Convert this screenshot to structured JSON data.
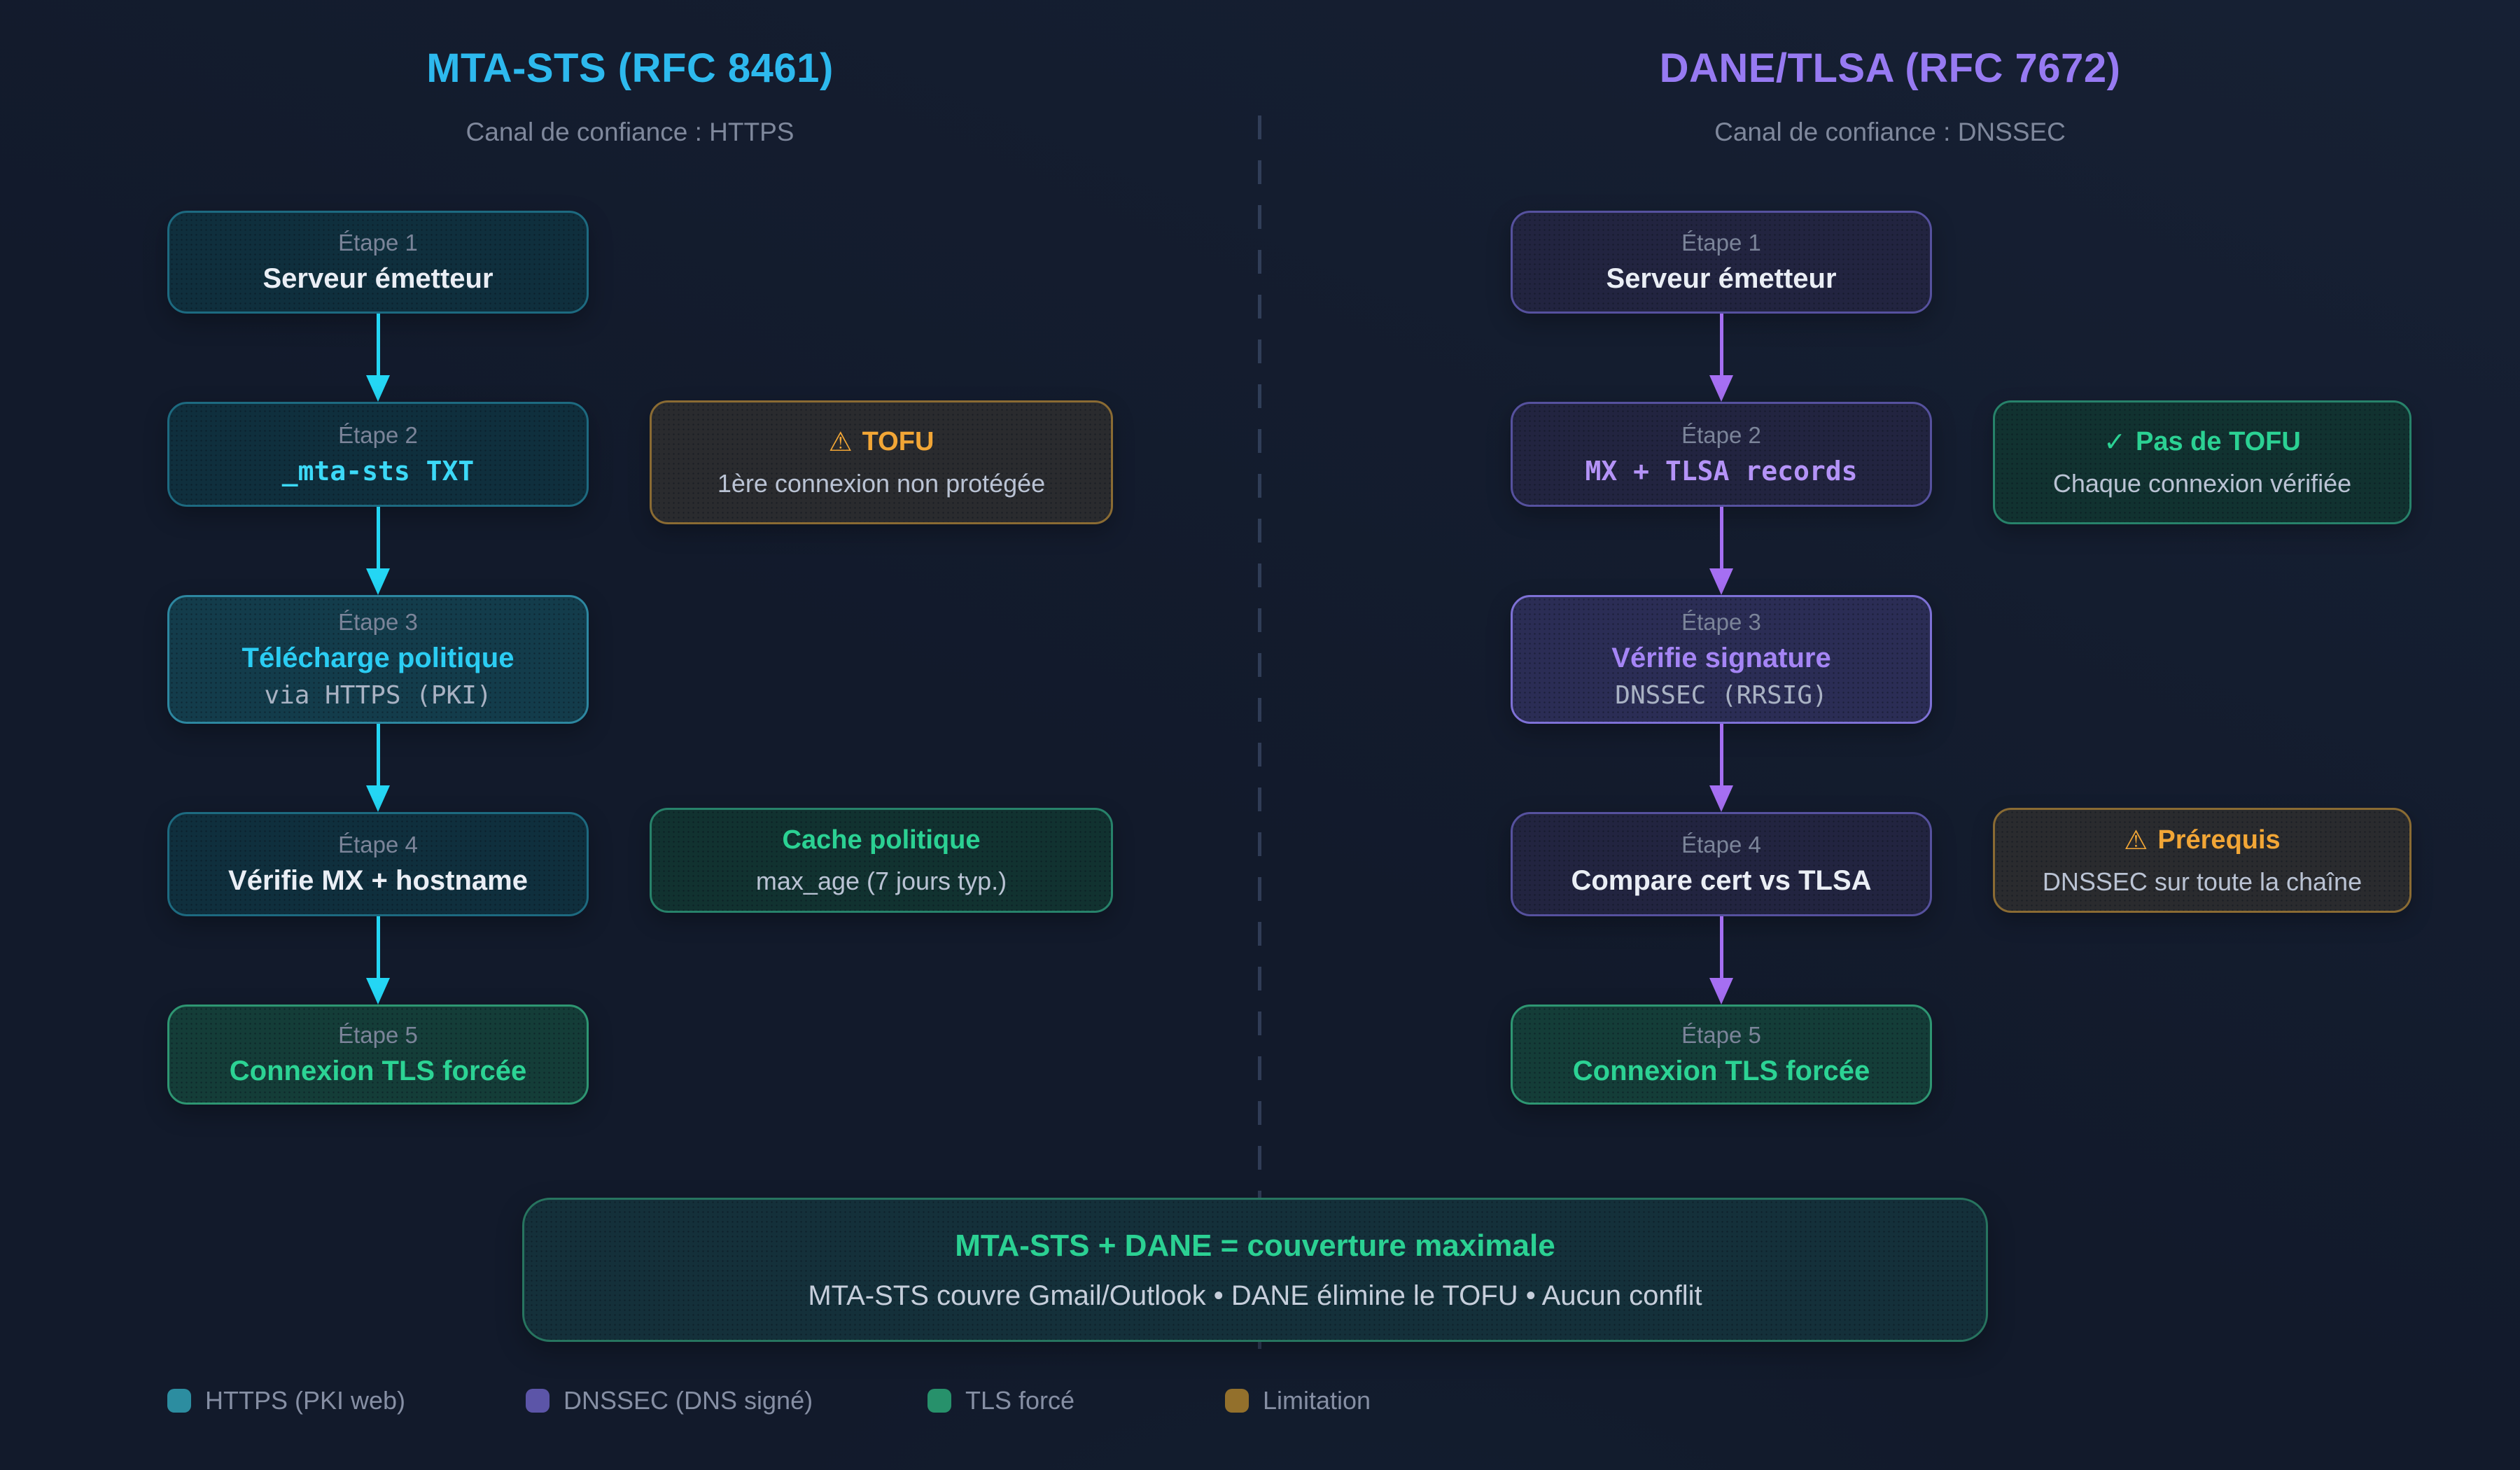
{
  "left": {
    "title": "MTA-STS (RFC 8461)",
    "subtitle": "Canal de confiance : HTTPS",
    "accent_color": "#2db9ee",
    "steps": [
      {
        "label": "Étape 1",
        "title": "Serveur émetteur"
      },
      {
        "label": "Étape 2",
        "title": "_mta-sts TXT"
      },
      {
        "label": "Étape 3",
        "title": "Télécharge politique",
        "subtitle": "via HTTPS (PKI)"
      },
      {
        "label": "Étape 4",
        "title": "Vérifie MX + hostname"
      },
      {
        "label": "Étape 5",
        "title": "Connexion TLS forcée"
      }
    ],
    "annotations": [
      {
        "icon": "⚠",
        "title": "TOFU",
        "text": "1ère connexion non protégée"
      },
      {
        "title": "Cache politique",
        "text": "max_age (7 jours typ.)"
      }
    ]
  },
  "right": {
    "title": "DANE/TLSA (RFC 7672)",
    "subtitle": "Canal de confiance : DNSSEC",
    "accent_color": "#977af2",
    "steps": [
      {
        "label": "Étape 1",
        "title": "Serveur émetteur"
      },
      {
        "label": "Étape 2",
        "title": "MX + TLSA records"
      },
      {
        "label": "Étape 3",
        "title": "Vérifie signature",
        "subtitle": "DNSSEC (RRSIG)"
      },
      {
        "label": "Étape 4",
        "title": "Compare cert vs TLSA"
      },
      {
        "label": "Étape 5",
        "title": "Connexion TLS forcée"
      }
    ],
    "annotations": [
      {
        "icon": "✓",
        "title": "Pas de TOFU",
        "text": "Chaque connexion vérifiée"
      },
      {
        "icon": "⚠",
        "title": "Prérequis",
        "text": "DNSSEC sur toute la chaîne"
      }
    ]
  },
  "summary": {
    "title": "MTA-STS + DANE = couverture maximale",
    "text": "MTA-STS couvre Gmail/Outlook • DANE élimine le TOFU • Aucun conflit"
  },
  "legend": [
    {
      "label": "HTTPS (PKI web)",
      "color": "#2c8da0"
    },
    {
      "label": "DNSSEC (DNS signé)",
      "color": "#5c55a8"
    },
    {
      "label": "TLS forcé",
      "color": "#27916b"
    },
    {
      "label": "Limitation",
      "color": "#93702c"
    }
  ],
  "status_colors": {
    "cyan": "#24d6f4",
    "purple": "#a56ff2",
    "green": "#2bd193",
    "amber": "#f2a636"
  }
}
